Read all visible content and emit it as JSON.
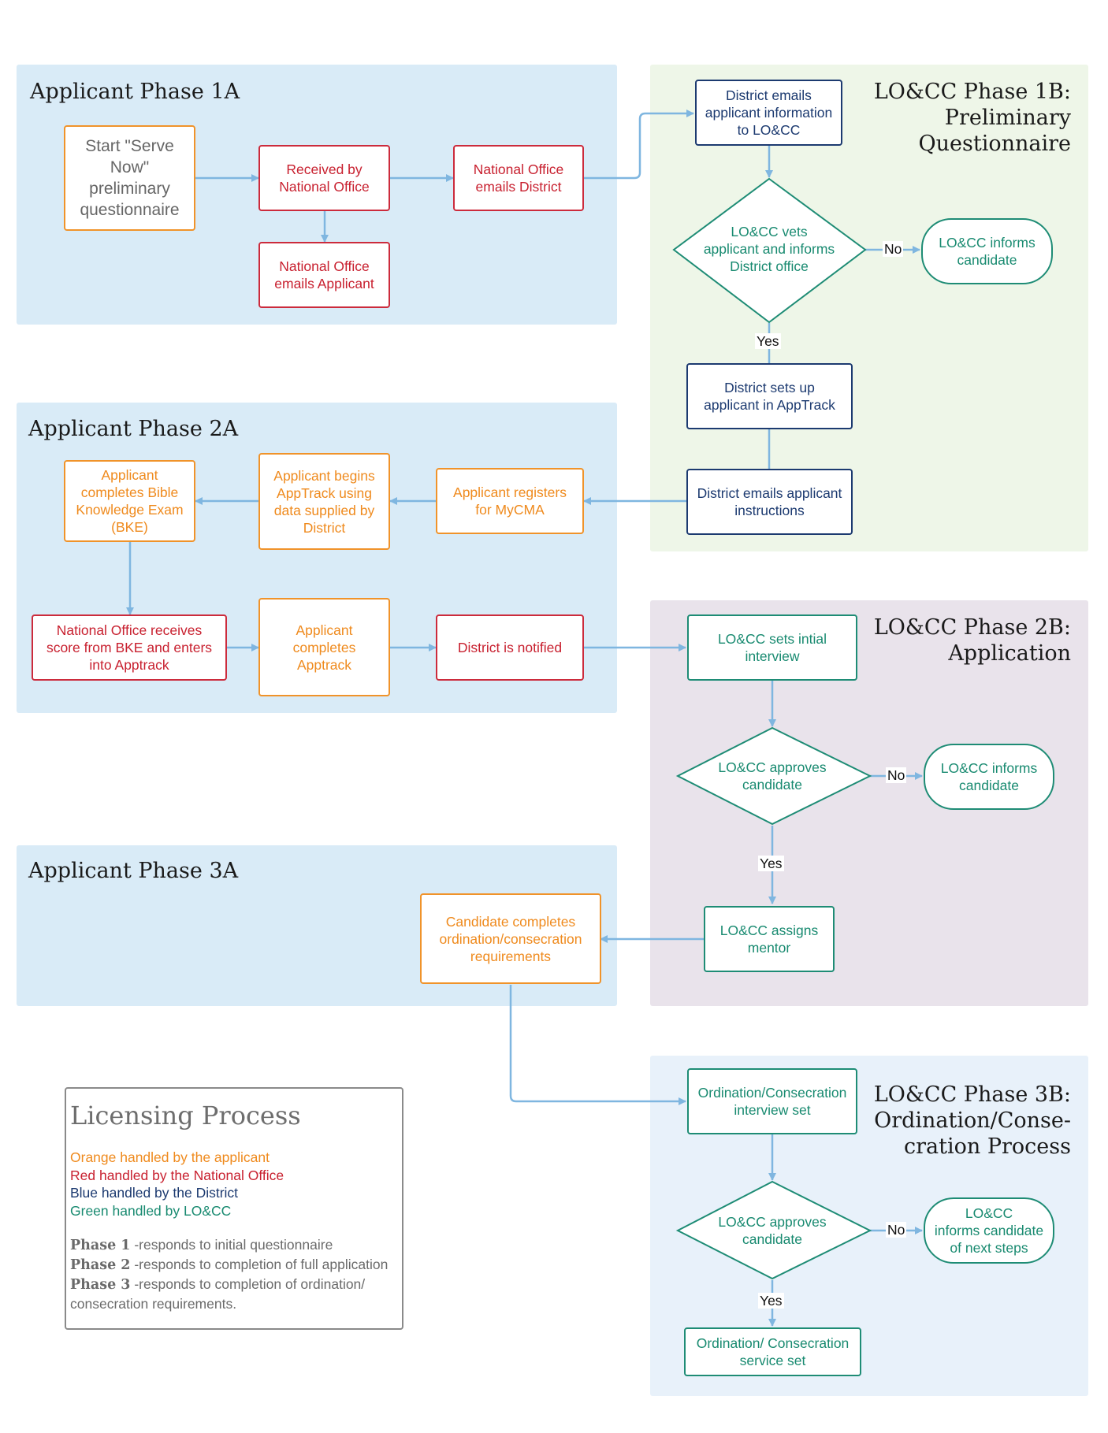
{
  "phases": {
    "p1a": "Applicant Phase 1A",
    "p1b": "LO&CC Phase 1B:\nPreliminary\nQuestionnaire",
    "p2a": "Applicant Phase 2A",
    "p2b": "LO&CC Phase 2B:\nApplication",
    "p3a": "Applicant Phase 3A",
    "p3b": "LO&CC Phase 3B:\nOrdination/Conse-\ncration Process"
  },
  "nodes": {
    "start": "Start \"Serve\nNow\"\npreliminary\nquestionnaire",
    "received": "Received by\nNational Office",
    "no_emails_district": "National Office\nemails District",
    "no_emails_applicant": "National Office\nemails Applicant",
    "district_emails_info": "District emails\napplicant information\nto LO&CC",
    "vets": "LO&CC vets\napplicant and informs\nDistrict office",
    "informs1": "LO&CC informs\ncandidate",
    "sets_up": "District sets up\napplicant in AppTrack",
    "district_instructions": "District emails applicant\ninstructions",
    "registers": "Applicant registers\nfor MyCMA",
    "begins": "Applicant begins\nAppTrack using\ndata supplied by\nDistrict",
    "bke": "Applicant\ncompletes Bible\nKnowledge Exam\n(BKE)",
    "score": "National Office receives\nscore from BKE and enters\ninto Apptrack",
    "completes_apptrack": "Applicant\ncompletes\nApptrack",
    "notified": "District is notified",
    "interview": "LO&CC sets intial\ninterview",
    "approves1": "LO&CC approves\ncandidate",
    "informs2": "LO&CC informs\ncandidate",
    "mentor": "LO&CC assigns\nmentor",
    "ordination_reqs": "Candidate completes\nordination/consecration\nrequirements",
    "ord_interview": "Ordination/Consecration\ninterview set",
    "approves2": "LO&CC approves\ncandidate",
    "informs3": "LO&CC\ninforms candidate\nof next steps",
    "service": "Ordination/ Consecration\nservice set"
  },
  "edge_labels": {
    "no1": "No",
    "yes1": "Yes",
    "no2": "No",
    "yes2": "Yes",
    "no3": "No",
    "yes3": "Yes"
  },
  "legend": {
    "title": "Licensing Process",
    "orange": "Orange handled by the applicant",
    "red": "Red handled by the National Office",
    "blue": "Blue handled by the District",
    "green": "Green handled by LO&CC",
    "phase1_label": "Phase 1",
    "phase1_text": " -responds to initial questionnaire",
    "phase2_label": "Phase 2",
    "phase2_text": " -responds to completion of full application",
    "phase3_label": "Phase 3",
    "phase3_text": " -responds to completion of ordination/ consecration requirements."
  },
  "colors": {
    "applicant": "#ef8a1d",
    "national_office": "#c8202f",
    "district": "#1c3a70",
    "loandcc": "#188a70",
    "connector": "#7fb6e0"
  }
}
